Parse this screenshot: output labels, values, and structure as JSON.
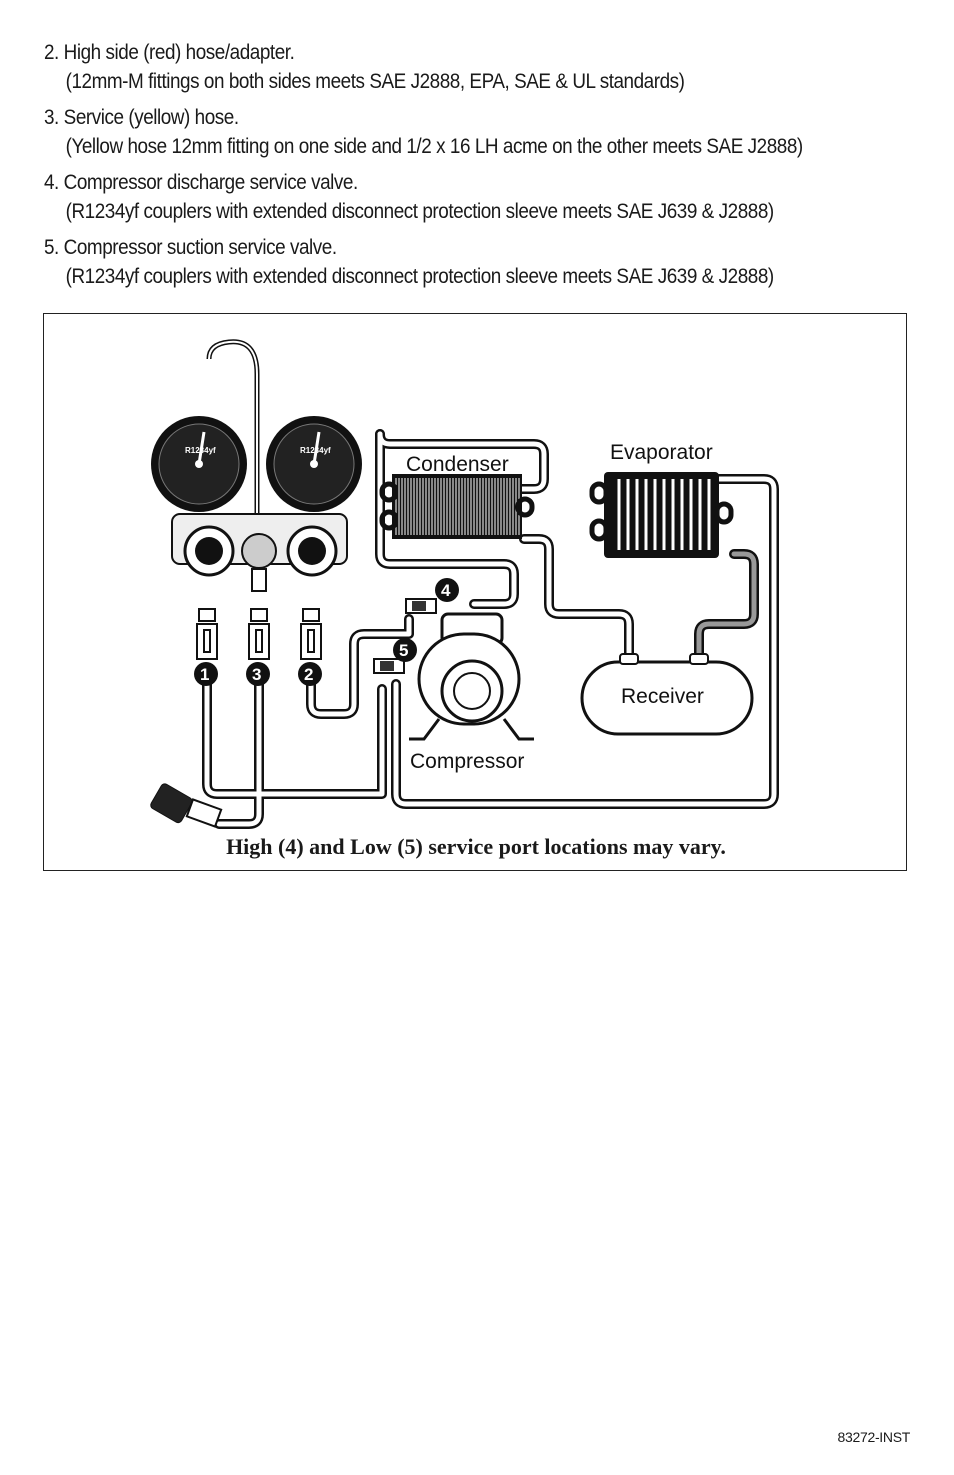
{
  "list": [
    {
      "num": "2.",
      "title": "High side (red) hose/adapter.",
      "detail": "(12mm-M fittings on both sides meets SAE J2888, EPA, SAE & UL standards)"
    },
    {
      "num": "3.",
      "title": "Service (yellow) hose.",
      "detail": "(Yellow hose 12mm fitting on one side and 1/2 x 16 LH acme on the other meets SAE J2888)"
    },
    {
      "num": "4.",
      "title": "Compressor discharge service valve.",
      "detail": "(R1234yf couplers with extended disconnect protection sleeve meets SAE J639 & J2888)"
    },
    {
      "num": "5.",
      "title": "Compressor suction service valve.",
      "detail": "(R1234yf couplers with extended disconnect protection sleeve meets SAE J639 & J2888)"
    }
  ],
  "diagram": {
    "labels": {
      "condenser": "Condenser",
      "evaporator": "Evaporator",
      "receiver": "Receiver",
      "compressor": "Compressor"
    },
    "badges": {
      "b1": "1",
      "b2": "2",
      "b3": "3",
      "b4": "4",
      "b5": "5"
    },
    "gauge_text": {
      "left": "R1234yf",
      "right": "R1234yf"
    },
    "caption": "High (4) and Low (5) service port locations may vary."
  },
  "footer": {
    "doc_id": "83272-INST"
  }
}
